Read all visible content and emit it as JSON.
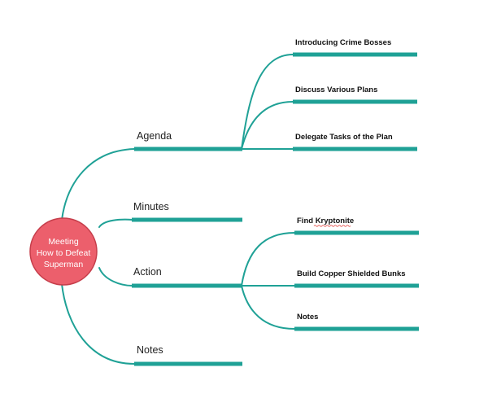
{
  "colors": {
    "branch": "#1fa196",
    "root_fill": "#ec5f6c",
    "root_stroke": "#c63e4b",
    "spellcheck": "#e0332f"
  },
  "root": {
    "lines": [
      "Meeting",
      "How to Defeat",
      "Superman"
    ]
  },
  "branches": [
    {
      "label": "Agenda",
      "children": [
        {
          "label": "Introducing Crime Bosses"
        },
        {
          "label": "Discuss Various Plans"
        },
        {
          "label": "Delegate Tasks of the Plan"
        }
      ]
    },
    {
      "label": "Minutes",
      "children": []
    },
    {
      "label": "Action",
      "children": [
        {
          "label": "Find Kryptonite"
        },
        {
          "label": "Build Copper Shielded Bunks"
        },
        {
          "label": "Notes"
        }
      ]
    },
    {
      "label": "Notes",
      "children": []
    }
  ]
}
